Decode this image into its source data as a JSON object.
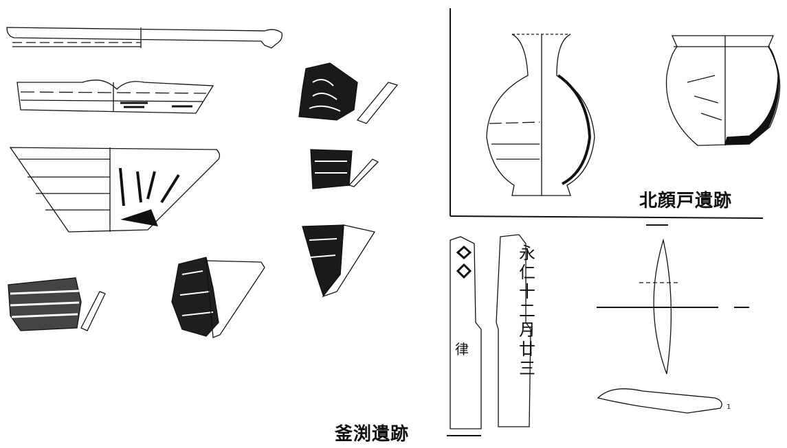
{
  "labels": {
    "site_upper_right": "北顔戸遺跡",
    "site_bottom": "釜渕遺跡",
    "figure_number": "1"
  },
  "inscription": {
    "front": "永仁十二月廿三",
    "back": "律"
  }
}
